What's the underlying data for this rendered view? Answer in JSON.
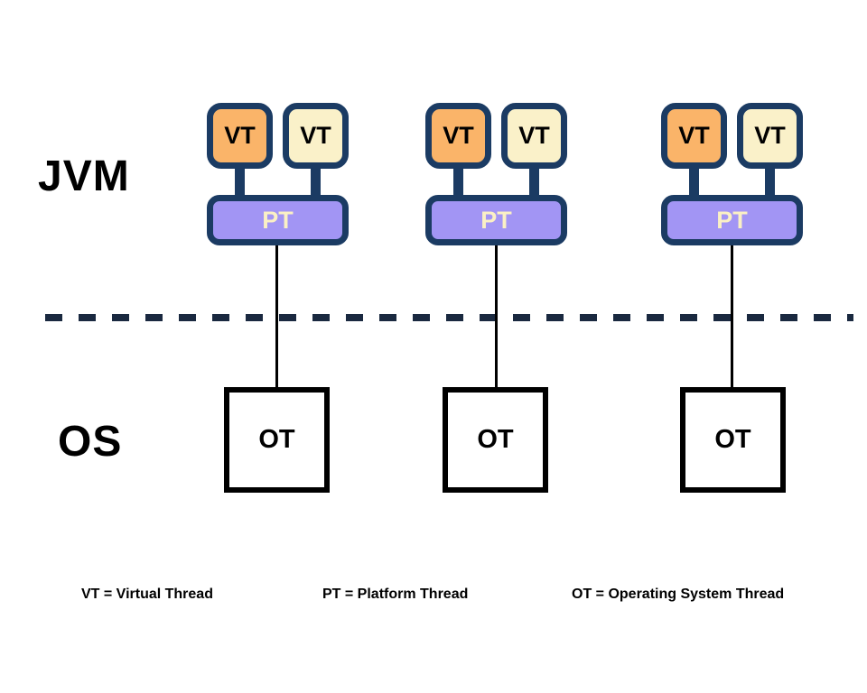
{
  "labels": {
    "jvm": "JVM",
    "os": "OS"
  },
  "groups": [
    {
      "vt1": "VT",
      "vt2": "VT",
      "pt": "PT",
      "ot": "OT"
    },
    {
      "vt1": "VT",
      "vt2": "VT",
      "pt": "PT",
      "ot": "OT"
    },
    {
      "vt1": "VT",
      "vt2": "VT",
      "pt": "PT",
      "ot": "OT"
    }
  ],
  "legend": [
    "VT = Virtual Thread",
    "PT = Platform Thread",
    "OT = Operating System Thread"
  ],
  "colors": {
    "navy": "#1B3B63",
    "orange": "#FAB469",
    "cream": "#FAF1C9",
    "purple": "#A295F4",
    "cream-text": "#FAF0C5",
    "dash": "#1A2940",
    "ink": "#000000",
    "bg": "#FFFFFF"
  }
}
